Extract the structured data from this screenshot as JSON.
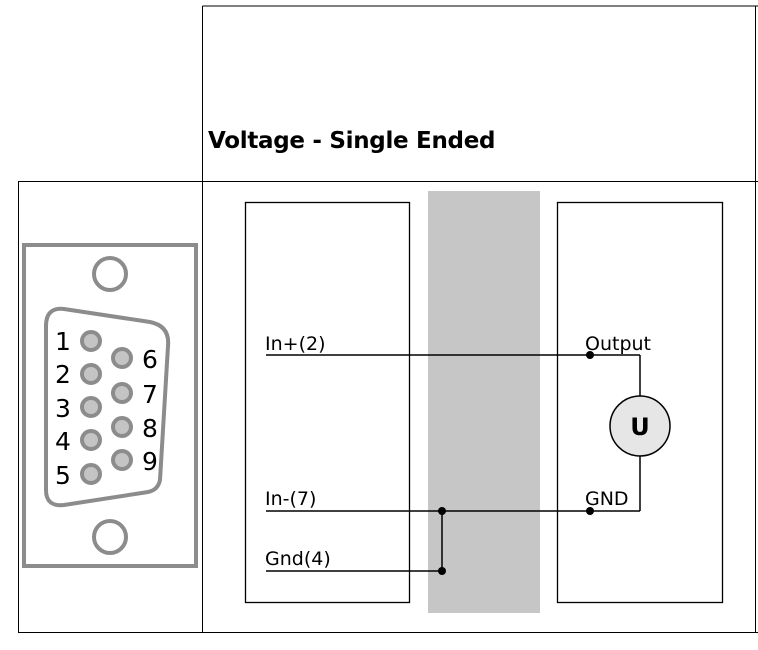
{
  "header": {
    "title": "Voltage - Single Ended"
  },
  "connector": {
    "pins": [
      "1",
      "2",
      "3",
      "4",
      "5",
      "6",
      "7",
      "8",
      "9"
    ]
  },
  "wiring": {
    "in_plus": "In+(2)",
    "in_minus": "In-(7)",
    "gnd": "Gnd(4)",
    "output": "Output",
    "device_gnd": "GND",
    "source": "U"
  },
  "colors": {
    "cable_band": "#c6c6c6",
    "connector_outline": "#8c8c8c",
    "pin_ring": "#8c8c8c",
    "source_fill": "#e6e6e6"
  }
}
